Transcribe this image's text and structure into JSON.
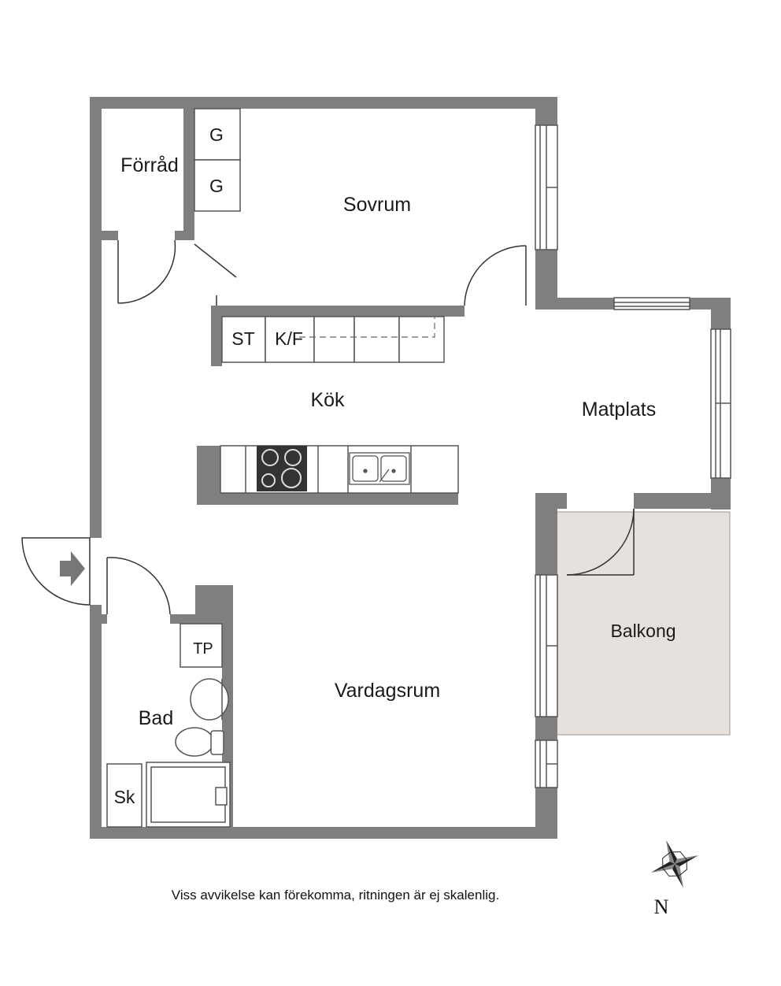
{
  "rooms": {
    "forrad": "Förråd",
    "sovrum": "Sovrum",
    "kok": "Kök",
    "matplats": "Matplats",
    "balkong": "Balkong",
    "vardagsrum": "Vardagsrum",
    "bad": "Bad"
  },
  "fixtures": {
    "g1": "G",
    "g2": "G",
    "st": "ST",
    "kf": "K/F",
    "tp": "TP",
    "sk": "Sk"
  },
  "footer_note": "Viss avvikelse kan förekomma, ritningen är ej skalenlig.",
  "compass": {
    "label": "N"
  },
  "colors": {
    "wall": "#7f7f7f",
    "balcony": "#e6e1dc",
    "line": "#555555"
  }
}
